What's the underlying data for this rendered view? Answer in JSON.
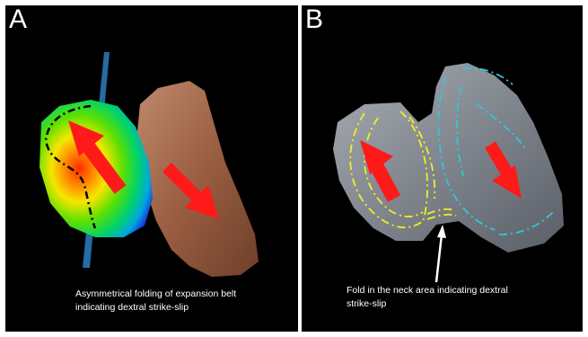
{
  "panels": [
    {
      "label": "A",
      "caption_lines": [
        "Asymmetrical folding of expansion belt",
        "indicating dextral strike-slip"
      ]
    },
    {
      "label": "B",
      "caption_lines": [
        "Fold in the neck area indicating dextral",
        "strike-slip"
      ]
    }
  ],
  "colors": {
    "background": "#000000",
    "arrow": "#ff1a1a",
    "lobe_rock": "#a0664a",
    "gray_rock": "#8f949c",
    "fold_lines_left": "#f2f020",
    "fold_lines_right": "#2ec8e0",
    "plane": "#2c7fc0"
  }
}
